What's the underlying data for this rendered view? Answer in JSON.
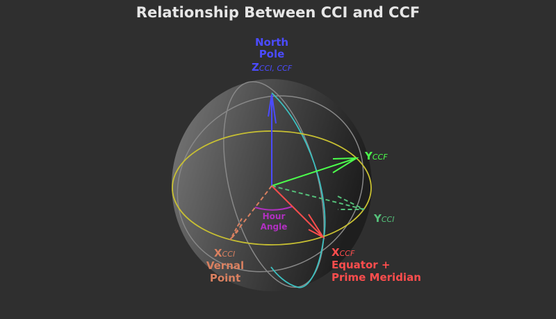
{
  "title": "Relationship Between CCI and CCF",
  "labels": {
    "north_pole_1": "North",
    "north_pole_2": "Pole",
    "z_main": "Z",
    "z_sub": "CCI, CCF",
    "y_ccf_main": "Y",
    "y_ccf_sub": "CCF",
    "y_cci_main": "Y",
    "y_cci_sub": "CCI",
    "x_ccf_main": "X",
    "x_ccf_sub": "CCF",
    "x_ccf_line1": "Equator +",
    "x_ccf_line2": "Prime Meridian",
    "x_cci_main": "X",
    "x_cci_sub": "CCI",
    "x_cci_line1": "Vernal",
    "x_cci_line2": "Point",
    "hour_angle_1": "Hour",
    "hour_angle_2": "Angle"
  },
  "colors": {
    "z_axis": "#4b4bff",
    "y_ccf": "#4cff4c",
    "y_cci": "#55c07a",
    "x_ccf": "#ff4d4d",
    "x_cci": "#d98060",
    "hour_angle": "#b030c0",
    "equator": "#c8c032",
    "prime_meridian": "#3cc0c0",
    "grid": "#8a8a8a"
  }
}
